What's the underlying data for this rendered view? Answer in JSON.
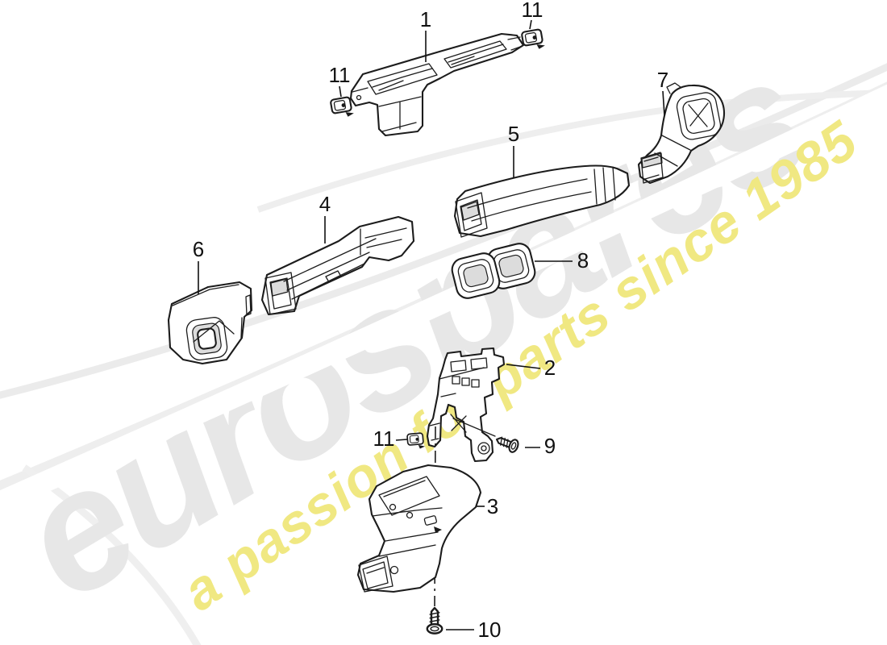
{
  "watermark": {
    "brand": "eurospares",
    "tagline": "a passion for parts since 1985",
    "brand_color": "#e7e7e7",
    "tagline_color": "#f0e882"
  },
  "diagram": {
    "background_color": "#ffffff",
    "line_color": "#1c1c1c"
  },
  "callouts": {
    "c1": {
      "label": "1"
    },
    "c11a": {
      "label": "11"
    },
    "c11b": {
      "label": "11"
    },
    "c7": {
      "label": "7"
    },
    "c5": {
      "label": "5"
    },
    "c4": {
      "label": "4"
    },
    "c6": {
      "label": "6"
    },
    "c8": {
      "label": "8"
    },
    "c2": {
      "label": "2"
    },
    "c11c": {
      "label": "11"
    },
    "c9": {
      "label": "9"
    },
    "c3": {
      "label": "3"
    },
    "c10": {
      "label": "10"
    }
  }
}
